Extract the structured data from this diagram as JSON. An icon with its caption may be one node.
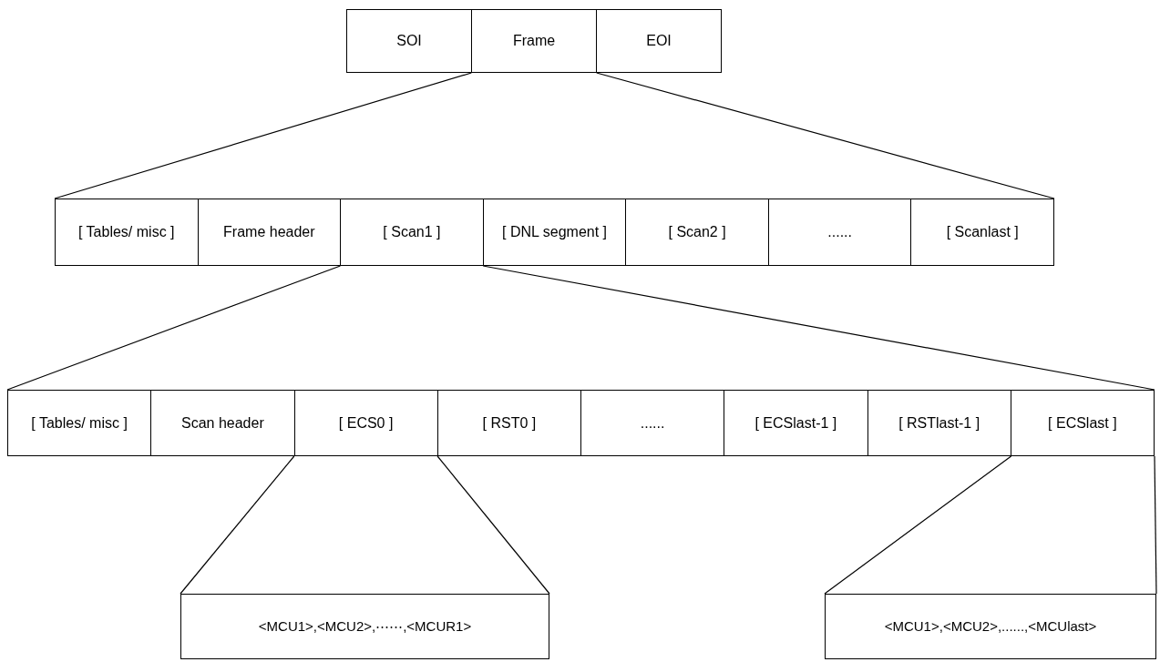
{
  "diagram": {
    "nodes": [
      {
        "text": [],
        "shape": "box"
      },
      {
        "text": [
          "SOI"
        ],
        "in": 0
      },
      {
        "text": [
          "Frame"
        ],
        "in": 0
      },
      {
        "text": [
          "EOI"
        ],
        "in": 0
      },
      {
        "text": [],
        "shape": "box"
      },
      {
        "text": [
          "[ Tables/ misc ]"
        ],
        "in": 4
      },
      {
        "text": [
          "Frame header"
        ],
        "in": 4
      },
      {
        "text": [
          "[ Scan1 ]"
        ],
        "in": 4
      },
      {
        "text": [
          "[ DNL segment ]"
        ],
        "in": 4
      },
      {
        "text": [
          "[ Scan2 ]"
        ],
        "in": 4
      },
      {
        "text": [
          "......"
        ],
        "in": 4
      },
      {
        "text": [
          "[ Scanlast ]"
        ],
        "in": 4
      },
      {
        "text": [],
        "shape": "box"
      },
      {
        "text": [
          "[ Tables/ misc ]"
        ],
        "in": 12
      },
      {
        "text": [
          "Scan header"
        ],
        "in": 12
      },
      {
        "text": [
          "[ ECS0 ]"
        ],
        "in": 12
      },
      {
        "text": [
          "[ RST0 ]"
        ],
        "in": 12
      },
      {
        "text": [
          "......"
        ],
        "in": 12
      },
      {
        "text": [
          "[ ECSlast-1 ]"
        ],
        "in": 12
      },
      {
        "text": [
          "[ RSTlast-1 ]"
        ],
        "in": 12
      },
      {
        "text": [
          "[ ECSlast ]"
        ],
        "in": 12
      },
      {
        "text": [
          "<MCU1>,<MCU2>,⋯⋯,<MCUR1>"
        ]
      },
      {
        "text": [
          "<MCU1>,<MCU2>,......,<MCUlast>"
        ]
      }
    ],
    "edges": [
      {
        "from": 2,
        "to": 4,
        "arrow": "none"
      },
      {
        "from": 2,
        "to": 4,
        "arrow": "none"
      },
      {
        "from": 7,
        "to": 12,
        "arrow": "none"
      },
      {
        "from": 7,
        "to": 12,
        "arrow": "none"
      },
      {
        "from": 15,
        "to": 21,
        "arrow": "none"
      },
      {
        "from": 15,
        "to": 21,
        "arrow": "none"
      },
      {
        "from": 20,
        "to": 22,
        "arrow": "none"
      },
      {
        "from": 20,
        "to": 22,
        "arrow": "none"
      }
    ]
  }
}
